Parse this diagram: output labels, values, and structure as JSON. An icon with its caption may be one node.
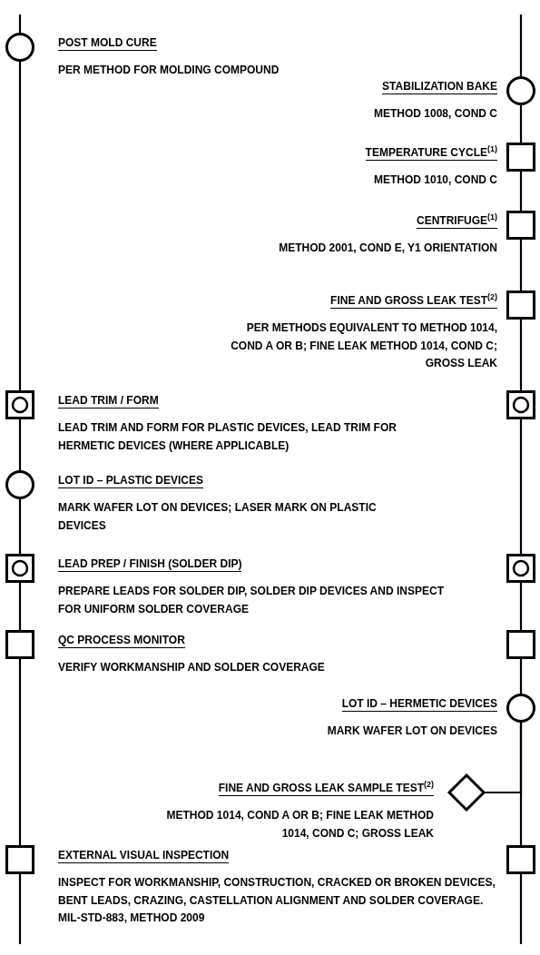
{
  "diagram": {
    "nodes": [
      {
        "text": [],
        "shape": "circle",
        "beside": [
          "POST MOLD CURE",
          "PER METHOD FOR MOLDING COMPOUND"
        ]
      },
      {
        "text": [],
        "shape": "circle",
        "beside": [
          "STABILIZATION BAKE",
          "METHOD 1008, COND C"
        ]
      },
      {
        "text": [],
        "shape": "box",
        "beside": [
          "TEMPERATURE CYCLE$^{(1)}$",
          "METHOD 1010, COND C"
        ]
      },
      {
        "text": [],
        "shape": "box",
        "beside": [
          "CENTRIFUGE$^{(1)}$",
          "METHOD 2001, COND E, Y1 ORIENTATION"
        ]
      },
      {
        "text": [],
        "shape": "box",
        "beside": [
          "FINE AND GROSS LEAK TEST$^{(2)}$",
          "PER METHODS EQUIVALENT TO METHOD 1014, COND A OR B; FINE LEAK METHOD 1014, COND C; GROSS LEAK"
        ]
      },
      {
        "text": [],
        "shape": "boxcircle",
        "beside": [
          "LEAD TRIM / FORM",
          "LEAD TRIM AND FORM FOR PLASTIC DEVICES, LEAD TRIM FOR HERMETIC DEVICES (WHERE APPLICABLE)"
        ]
      },
      {
        "text": [],
        "shape": "boxcircle"
      },
      {
        "text": [],
        "shape": "circle",
        "beside": [
          "LOT ID – PLASTIC DEVICES",
          "MARK WAFER LOT ON DEVICES; LASER MARK ON PLASTIC DEVICES"
        ]
      },
      {
        "text": [],
        "shape": "boxcircle",
        "beside": [
          "LEAD PREP / FINISH (SOLDER DIP)",
          "PREPARE LEADS FOR SOLDER DIP, SOLDER DIP DEVICES AND INSPECT FOR UNIFORM SOLDER COVERAGE"
        ]
      },
      {
        "text": [],
        "shape": "boxcircle"
      },
      {
        "text": [],
        "shape": "box",
        "beside": [
          "QC PROCESS MONITOR",
          "VERIFY WORKMANSHIP AND SOLDER COVERAGE"
        ]
      },
      {
        "text": [],
        "shape": "box"
      },
      {
        "text": [],
        "shape": "circle",
        "beside": [
          "LOT ID – HERMETIC DEVICES",
          "MARK WAFER LOT ON DEVICES"
        ]
      },
      {
        "text": [],
        "shape": "diamond",
        "beside": [
          "FINE AND GROSS LEAK SAMPLE TEST$^{(2)}$",
          "METHOD 1014, COND A OR B; FINE LEAK METHOD 1014, COND C; GROSS LEAK"
        ]
      },
      {
        "text": [],
        "shape": "box",
        "beside": [
          "EXTERNAL VISUAL INSPECTION",
          "INSPECT FOR WORKMANSHIP, CONSTRUCTION, CRACKED OR BROKEN DEVICES, BENT LEADS, CRAZING, CASTELLATION ALIGNMENT AND SOLDER COVERAGE.",
          "MIL-STD-883, METHOD 2009"
        ]
      },
      {
        "text": [],
        "shape": "box"
      }
    ],
    "edges": [
      {
        "from": null,
        "to": 0,
        "arrow": "none"
      },
      {
        "from": 0,
        "to": 5,
        "arrow": "none"
      },
      {
        "from": 5,
        "to": 7,
        "arrow": "none"
      },
      {
        "from": 7,
        "to": 8,
        "arrow": "none"
      },
      {
        "from": 8,
        "to": 10,
        "arrow": "none"
      },
      {
        "from": 10,
        "to": 14,
        "arrow": "none"
      },
      {
        "from": 14,
        "to": null,
        "arrow": "none"
      },
      {
        "from": null,
        "to": 1,
        "arrow": "none"
      },
      {
        "from": 1,
        "to": 2,
        "arrow": "none"
      },
      {
        "from": 2,
        "to": 3,
        "arrow": "none"
      },
      {
        "from": 3,
        "to": 4,
        "arrow": "none"
      },
      {
        "from": 4,
        "to": 6,
        "arrow": "none"
      },
      {
        "from": 6,
        "to": 9,
        "arrow": "none"
      },
      {
        "from": 9,
        "to": 11,
        "arrow": "none"
      },
      {
        "from": 11,
        "to": 12,
        "arrow": "none"
      },
      {
        "from": 12,
        "to": 15,
        "arrow": "none"
      },
      {
        "from": 15,
        "to": null,
        "arrow": "none"
      },
      {
        "from": 12,
        "to": 13,
        "arrow": "none"
      }
    ]
  }
}
